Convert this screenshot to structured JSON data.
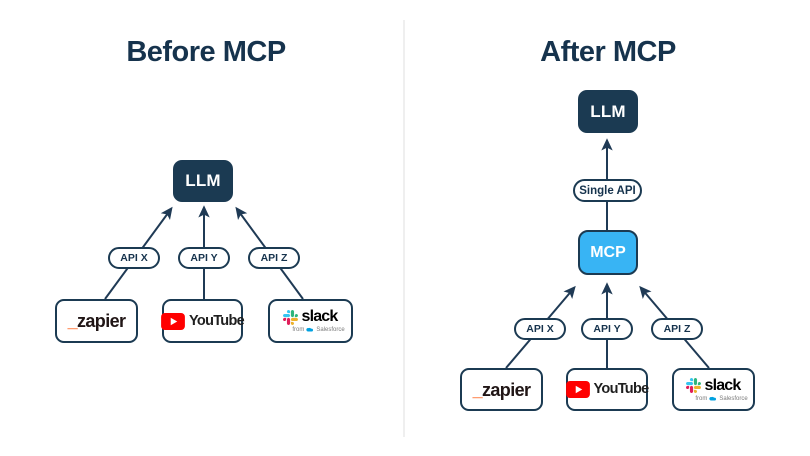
{
  "titles": {
    "left": "Before MCP",
    "right": "After MCP"
  },
  "nodes": {
    "llm": "LLM",
    "mcp": "MCP",
    "single_api": "Single API"
  },
  "api_labels": [
    "API X",
    "API Y",
    "API Z"
  ],
  "logos": {
    "zapier": {
      "prefix": "_",
      "name": "zapier"
    },
    "youtube": {
      "name": "YouTube"
    },
    "slack": {
      "name": "slack",
      "sub_prefix": "from",
      "sub_name": "Salesforce"
    }
  },
  "colors": {
    "navy": "#1b3a52",
    "title_text": "#16334d",
    "arrow_stroke": "#1f3a55",
    "mcp_blue": "#38b4f4",
    "divider_gray": "#efefef",
    "zapier_orange": "#ff4f00",
    "zapier_text": "#201515",
    "youtube_red": "#ff0000",
    "youtube_white": "#ffffff",
    "slack_blue": "#36C5F0",
    "slack_green": "#2EB67D",
    "slack_red": "#E01E5A",
    "slack_yellow": "#ECB22E",
    "salesforce_blue": "#00A1E0"
  }
}
